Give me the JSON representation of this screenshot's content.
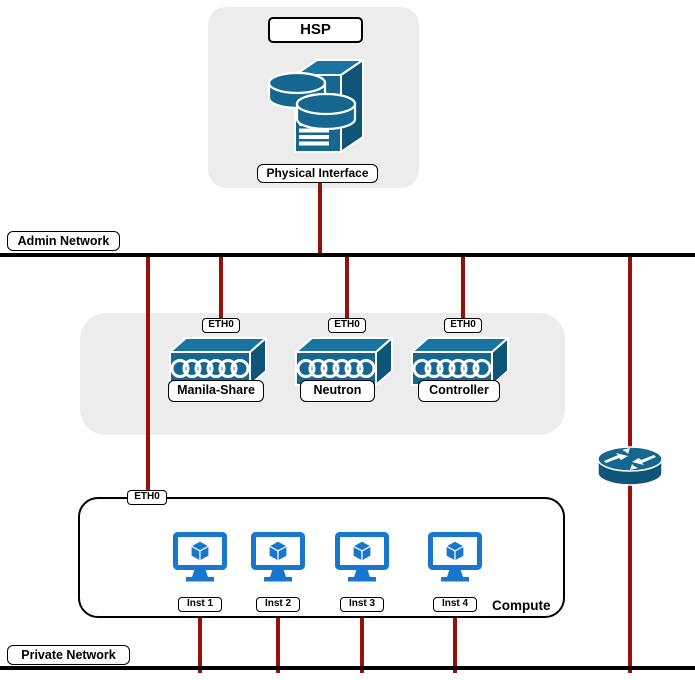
{
  "diagram_title": "HSP OpenStack network diagram",
  "colors": {
    "node_blue": "#16678F",
    "node_blue_dark": "#0F5578",
    "node_blue_top": "#1A74A2",
    "monitor_blue": "#1777CE",
    "line_red": "#991008",
    "bus_black": "#000000",
    "panel_gray": "#ECECEC"
  },
  "hsp": {
    "label": "HSP",
    "interface_label": "Physical Interface",
    "icon": "server-with-disks-icon"
  },
  "admin_network": {
    "label": "Admin Network"
  },
  "private_network": {
    "label": "Private Network"
  },
  "switches": [
    {
      "label": "Manila-Share",
      "port": "ETH0",
      "icon": "switch-icon"
    },
    {
      "label": "Neutron",
      "port": "ETH0",
      "icon": "switch-icon"
    },
    {
      "label": "Controller",
      "port": "ETH0",
      "icon": "switch-icon"
    }
  ],
  "router": {
    "icon": "router-icon"
  },
  "compute": {
    "label": "Compute",
    "port": "ETH0",
    "instances": [
      {
        "label": "Inst 1",
        "icon": "instance-monitor-icon"
      },
      {
        "label": "Inst 2",
        "icon": "instance-monitor-icon"
      },
      {
        "label": "Inst 3",
        "icon": "instance-monitor-icon"
      },
      {
        "label": "Inst 4",
        "icon": "instance-monitor-icon"
      }
    ]
  }
}
